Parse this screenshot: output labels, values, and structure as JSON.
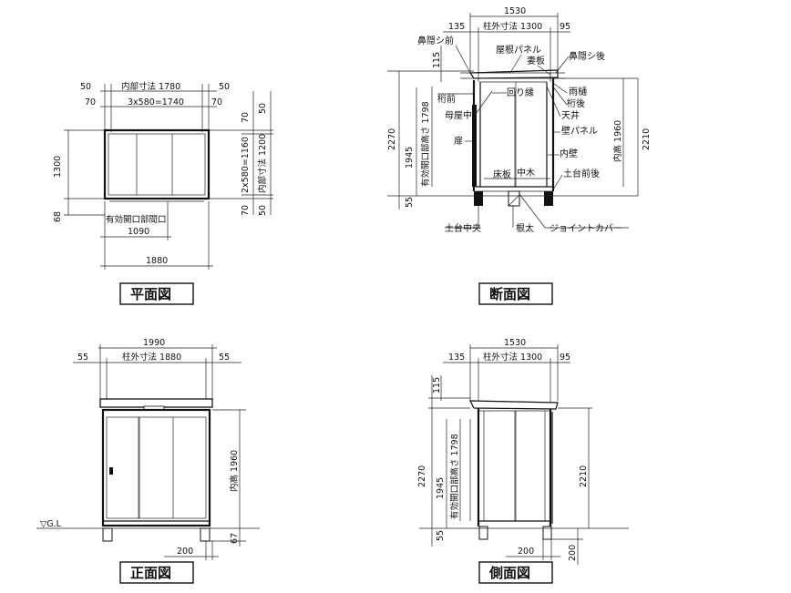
{
  "views": {
    "plan": {
      "title": "平面図",
      "dims": {
        "top_left_50": "50",
        "top_right_50": "50",
        "inner_size": "内部寸法  1780",
        "left_70": "70",
        "right_70": "70",
        "module": "3x580=1740",
        "left_height": "1300",
        "left_68": "68",
        "right_70_top": "70",
        "right_50_top": "50",
        "right_module": "2x580=1160",
        "right_inner": "内部寸法  1200",
        "right_70_bottom": "70",
        "right_50_bottom": "50",
        "opening_label": "有効開口部間口",
        "opening_value": "1090",
        "total_width": "1880"
      }
    },
    "section": {
      "title": "断面図",
      "dims": {
        "total_width": "1530",
        "left": "135",
        "pillar_outer": "柱外寸法  1300",
        "right": "95",
        "left_115": "115",
        "height_2270": "2270",
        "height_1945": "1945",
        "opening_height": "有効開口部高さ  1798",
        "bottom_55": "55",
        "inner_height": "内高  1960",
        "right_2210": "2210"
      },
      "parts": {
        "hanakakushi_front": "鼻隠シ前",
        "roof_panel": "屋根パネル",
        "roof_board": "妻板",
        "hanakakushi_back": "鼻隠シ後",
        "ketamae": "桁前",
        "mawaribuchi": "回り縁",
        "amadoi": "雨樋",
        "ketago": "桁後",
        "moyachu": "母屋中",
        "tenjo": "天井",
        "tobira": "扉",
        "wall_panel": "壁パネル",
        "uchikabe": "内壁",
        "yukaita": "床板",
        "nakagi": "中木",
        "dodai_maego": "土台前後",
        "dodai_chuo": "土台中央",
        "neda": "根太",
        "joint_cover": "ジョイントカバー"
      }
    },
    "front": {
      "title": "正面図",
      "dims": {
        "total_width": "1990",
        "left_55": "55",
        "pillar_outer": "柱外寸法  1880",
        "right_55": "55",
        "inner_height": "内高  1960",
        "gl": "▽G.L",
        "base_200": "200",
        "base_67": "67"
      }
    },
    "side": {
      "title": "側面図",
      "dims": {
        "total_width": "1530",
        "left": "135",
        "pillar_outer": "柱外寸法  1300",
        "right": "95",
        "left_115": "115",
        "height_2270": "2270",
        "height_1945": "1945",
        "opening_height": "有効開口部高さ  1798",
        "bottom_55": "55",
        "right_2210": "2210",
        "base_200": "200",
        "base_200_right": "200"
      }
    }
  }
}
